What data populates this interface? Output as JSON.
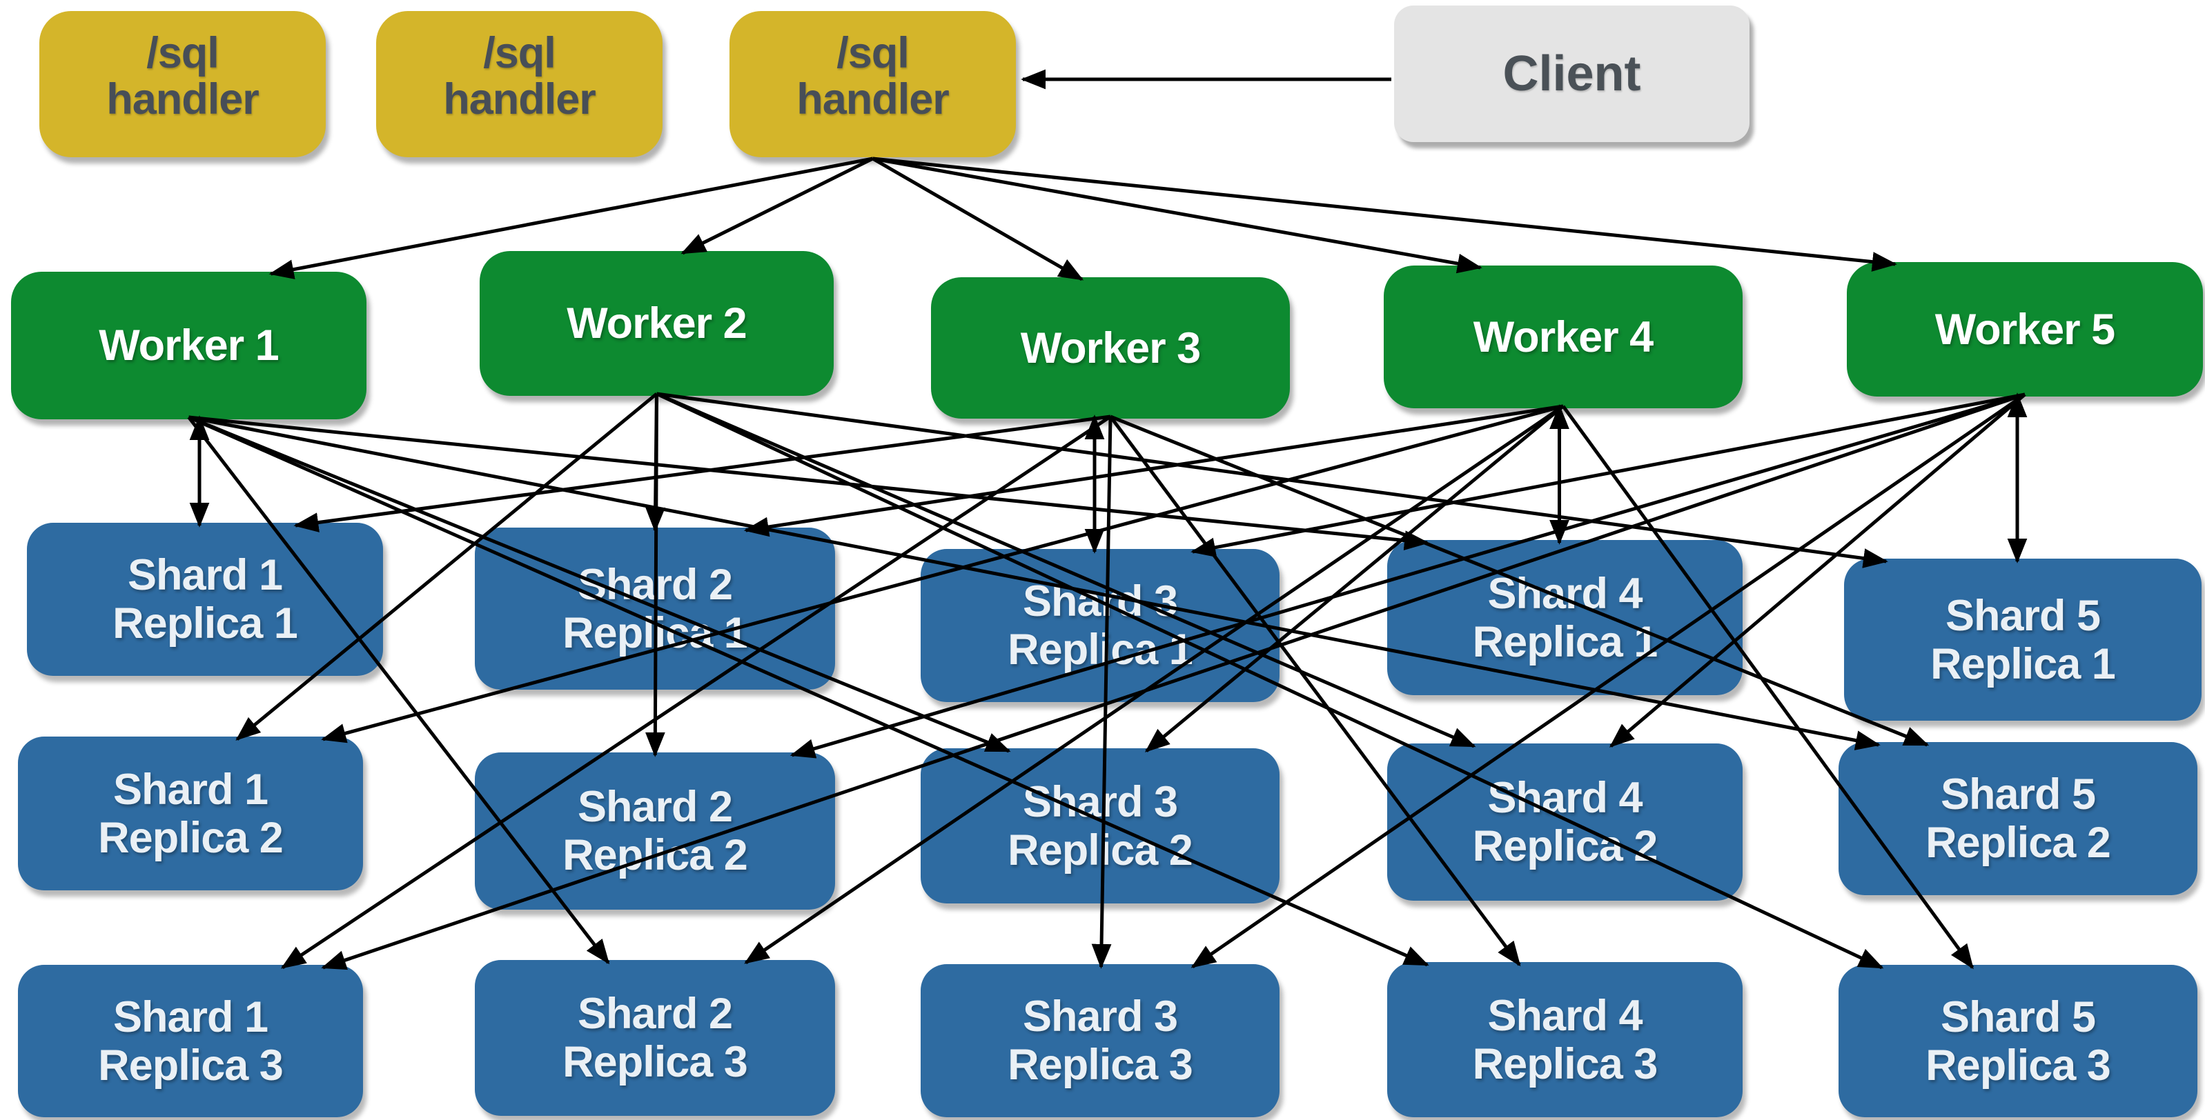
{
  "diagram": {
    "background": "#ffffff",
    "colors": {
      "handler_fill": "#d4b52a",
      "handler_text": "#474e57",
      "worker_fill": "#0d8a30",
      "worker_text": "#ffffff",
      "shard_fill": "#2e6ba1",
      "shard_text": "#eaf0f5",
      "client_fill": "#e4e4e4",
      "client_text": "#4a5157",
      "arrow": "#000000"
    }
  },
  "nodes": [
    {
      "id": "handler-1",
      "type": "handler",
      "lines": [
        "/sql",
        "handler"
      ]
    },
    {
      "id": "handler-2",
      "type": "handler",
      "lines": [
        "/sql",
        "handler"
      ]
    },
    {
      "id": "handler-3",
      "type": "handler",
      "lines": [
        "/sql",
        "handler"
      ]
    },
    {
      "id": "client",
      "type": "client",
      "lines": [
        "Client"
      ]
    },
    {
      "id": "worker-1",
      "type": "worker",
      "lines": [
        "Worker 1"
      ]
    },
    {
      "id": "worker-2",
      "type": "worker",
      "lines": [
        "Worker 2"
      ]
    },
    {
      "id": "worker-3",
      "type": "worker",
      "lines": [
        "Worker 3"
      ]
    },
    {
      "id": "worker-4",
      "type": "worker",
      "lines": [
        "Worker 4"
      ]
    },
    {
      "id": "worker-5",
      "type": "worker",
      "lines": [
        "Worker 5"
      ]
    },
    {
      "id": "shard-1-replica-1",
      "type": "shard",
      "lines": [
        "Shard 1",
        "Replica 1"
      ]
    },
    {
      "id": "shard-2-replica-1",
      "type": "shard",
      "lines": [
        "Shard 2",
        "Replica 1"
      ]
    },
    {
      "id": "shard-3-replica-1",
      "type": "shard",
      "lines": [
        "Shard 3",
        "Replica 1"
      ]
    },
    {
      "id": "shard-4-replica-1",
      "type": "shard",
      "lines": [
        "Shard 4",
        "Replica 1"
      ]
    },
    {
      "id": "shard-5-replica-1",
      "type": "shard",
      "lines": [
        "Shard 5",
        "Replica 1"
      ]
    },
    {
      "id": "shard-1-replica-2",
      "type": "shard",
      "lines": [
        "Shard 1",
        "Replica 2"
      ]
    },
    {
      "id": "shard-2-replica-2",
      "type": "shard",
      "lines": [
        "Shard 2",
        "Replica 2"
      ]
    },
    {
      "id": "shard-3-replica-2",
      "type": "shard",
      "lines": [
        "Shard 3",
        "Replica 2"
      ]
    },
    {
      "id": "shard-4-replica-2",
      "type": "shard",
      "lines": [
        "Shard 4",
        "Replica 2"
      ]
    },
    {
      "id": "shard-5-replica-2",
      "type": "shard",
      "lines": [
        "Shard 5",
        "Replica 2"
      ]
    },
    {
      "id": "shard-1-replica-3",
      "type": "shard",
      "lines": [
        "Shard 1",
        "Replica 3"
      ]
    },
    {
      "id": "shard-2-replica-3",
      "type": "shard",
      "lines": [
        "Shard 2",
        "Replica 3"
      ]
    },
    {
      "id": "shard-3-replica-3",
      "type": "shard",
      "lines": [
        "Shard 3",
        "Replica 3"
      ]
    },
    {
      "id": "shard-4-replica-3",
      "type": "shard",
      "lines": [
        "Shard 4",
        "Replica 3"
      ]
    },
    {
      "id": "shard-5-replica-3",
      "type": "shard",
      "lines": [
        "Shard 5",
        "Replica 3"
      ]
    }
  ],
  "edges": {
    "client_to_handler": [
      {
        "from": "client",
        "to": "handler-3"
      }
    ],
    "handler_to_workers": [
      {
        "from": "handler-3",
        "to": "worker-1"
      },
      {
        "from": "handler-3",
        "to": "worker-2"
      },
      {
        "from": "handler-3",
        "to": "worker-3"
      },
      {
        "from": "handler-3",
        "to": "worker-4"
      },
      {
        "from": "handler-3",
        "to": "worker-5"
      }
    ],
    "worker_to_shards": [
      {
        "from": "worker-1",
        "to": "shard-1-replica-1",
        "double": true
      },
      {
        "from": "worker-1",
        "to": "shard-2-replica-3"
      },
      {
        "from": "worker-1",
        "to": "shard-3-replica-2"
      },
      {
        "from": "worker-1",
        "to": "shard-4-replica-1"
      },
      {
        "from": "worker-1",
        "to": "shard-4-replica-3"
      },
      {
        "from": "worker-1",
        "to": "shard-5-replica-2"
      },
      {
        "from": "worker-2",
        "to": "shard-1-replica-2"
      },
      {
        "from": "worker-2",
        "to": "shard-2-replica-1"
      },
      {
        "from": "worker-2",
        "to": "shard-2-replica-2"
      },
      {
        "from": "worker-2",
        "to": "shard-4-replica-2"
      },
      {
        "from": "worker-2",
        "to": "shard-5-replica-1"
      },
      {
        "from": "worker-2",
        "to": "shard-5-replica-3"
      },
      {
        "from": "worker-3",
        "to": "shard-1-replica-1"
      },
      {
        "from": "worker-3",
        "to": "shard-1-replica-3"
      },
      {
        "from": "worker-3",
        "to": "shard-3-replica-1",
        "double": true
      },
      {
        "from": "worker-3",
        "to": "shard-3-replica-3"
      },
      {
        "from": "worker-3",
        "to": "shard-4-replica-3"
      },
      {
        "from": "worker-3",
        "to": "shard-5-replica-2"
      },
      {
        "from": "worker-4",
        "to": "shard-1-replica-2"
      },
      {
        "from": "worker-4",
        "to": "shard-2-replica-1"
      },
      {
        "from": "worker-4",
        "to": "shard-2-replica-3"
      },
      {
        "from": "worker-4",
        "to": "shard-3-replica-2"
      },
      {
        "from": "worker-4",
        "to": "shard-4-replica-1",
        "double": true
      },
      {
        "from": "worker-4",
        "to": "shard-5-replica-3"
      },
      {
        "from": "worker-5",
        "to": "shard-1-replica-3"
      },
      {
        "from": "worker-5",
        "to": "shard-2-replica-2"
      },
      {
        "from": "worker-5",
        "to": "shard-3-replica-1"
      },
      {
        "from": "worker-5",
        "to": "shard-3-replica-3"
      },
      {
        "from": "worker-5",
        "to": "shard-4-replica-2"
      },
      {
        "from": "worker-5",
        "to": "shard-5-replica-1",
        "double": true
      }
    ]
  }
}
